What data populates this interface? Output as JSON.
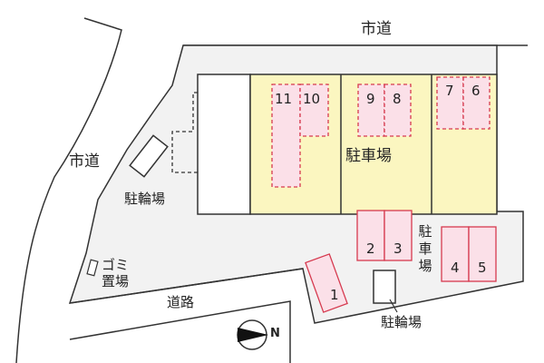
{
  "roads": {
    "top": "市道",
    "left": "市道",
    "bottom": "道路"
  },
  "parking": {
    "main_label": "駐車場",
    "side_label": "駐車場",
    "numbers": [
      "1",
      "2",
      "3",
      "4",
      "5",
      "6",
      "7",
      "8",
      "9",
      "10",
      "11"
    ]
  },
  "facilities": {
    "bicycle_left": "駐輪場",
    "bicycle_bottom": "駐輪場",
    "garbage": "ゴミ置場"
  },
  "compass": {
    "north_label": "N"
  },
  "colors": {
    "site_fill": "#f2f2f2",
    "parking_area_fill": "#fbf6c0",
    "space_fill": "#fbe0e8",
    "space_stroke": "#d63a4f",
    "line": "#333333"
  }
}
